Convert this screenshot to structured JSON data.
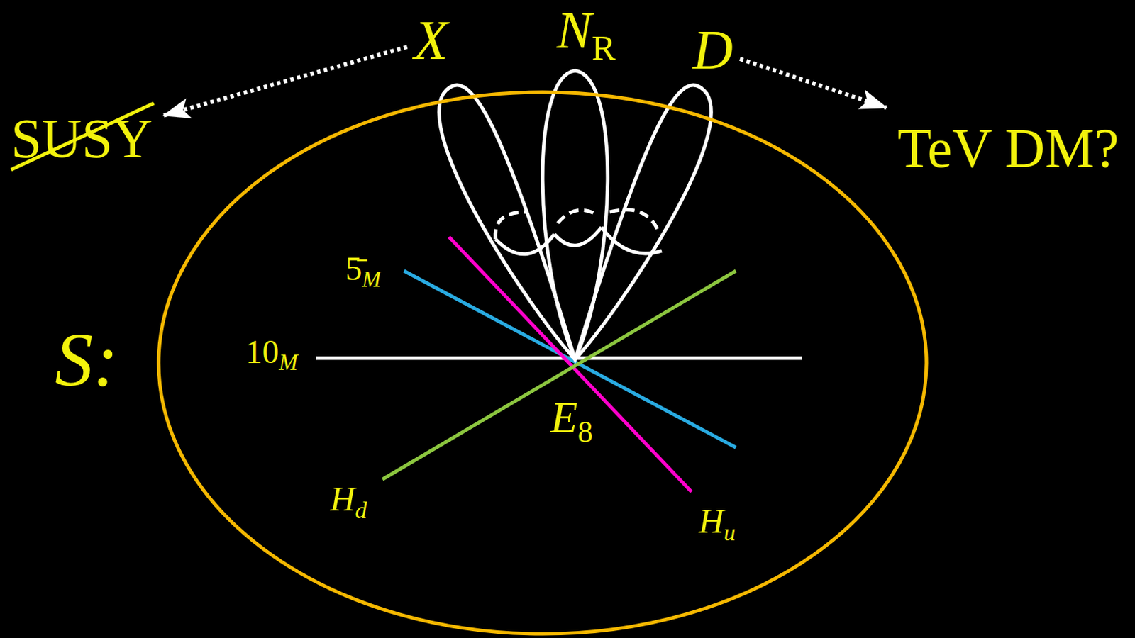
{
  "diagram": {
    "nodes": [
      {
        "text": [
          "X"
        ]
      },
      {
        "text": [
          "NR"
        ]
      },
      {
        "text": [
          "D"
        ]
      },
      {
        "text": [
          "SUSY"
        ]
      },
      {
        "text": [
          "TeV DM?"
        ]
      },
      {
        "text": [
          "S:"
        ]
      }
    ],
    "edges": [
      {
        "from": 0,
        "to": 3,
        "arrow": "to"
      },
      {
        "from": 2,
        "to": 4,
        "arrow": "to"
      }
    ],
    "labels": [
      "5̄M",
      "10M",
      "E8",
      "Hd",
      "Hu"
    ]
  }
}
